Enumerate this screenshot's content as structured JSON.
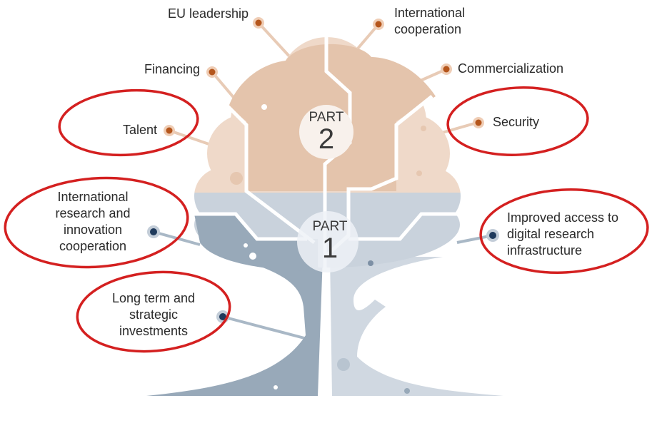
{
  "parts": [
    {
      "word": "PART",
      "number": "2"
    },
    {
      "word": "PART",
      "number": "1"
    }
  ],
  "part2_topics": [
    {
      "label": "EU leadership"
    },
    {
      "label": "International cooperation"
    },
    {
      "label": "Financing"
    },
    {
      "label": "Commercialization"
    },
    {
      "label": "Talent",
      "circled": true
    },
    {
      "label": "Security",
      "circled": true
    }
  ],
  "part1_topics": [
    {
      "label": "International research and innovation cooperation",
      "circled": true
    },
    {
      "label": "Improved access to digital research infrastructure",
      "circled": true
    },
    {
      "label": "Long term and strategic investments",
      "circled": true
    }
  ],
  "colors": {
    "part2_dark": "#e4c4ac",
    "part2_light": "#efd9c9",
    "part1_light": "#c9d2dc",
    "part1_dark": "#98a9b9",
    "orange_dot": "#b5561c",
    "navy_dot": "#1f3a5c",
    "highlight": "#d42020"
  }
}
